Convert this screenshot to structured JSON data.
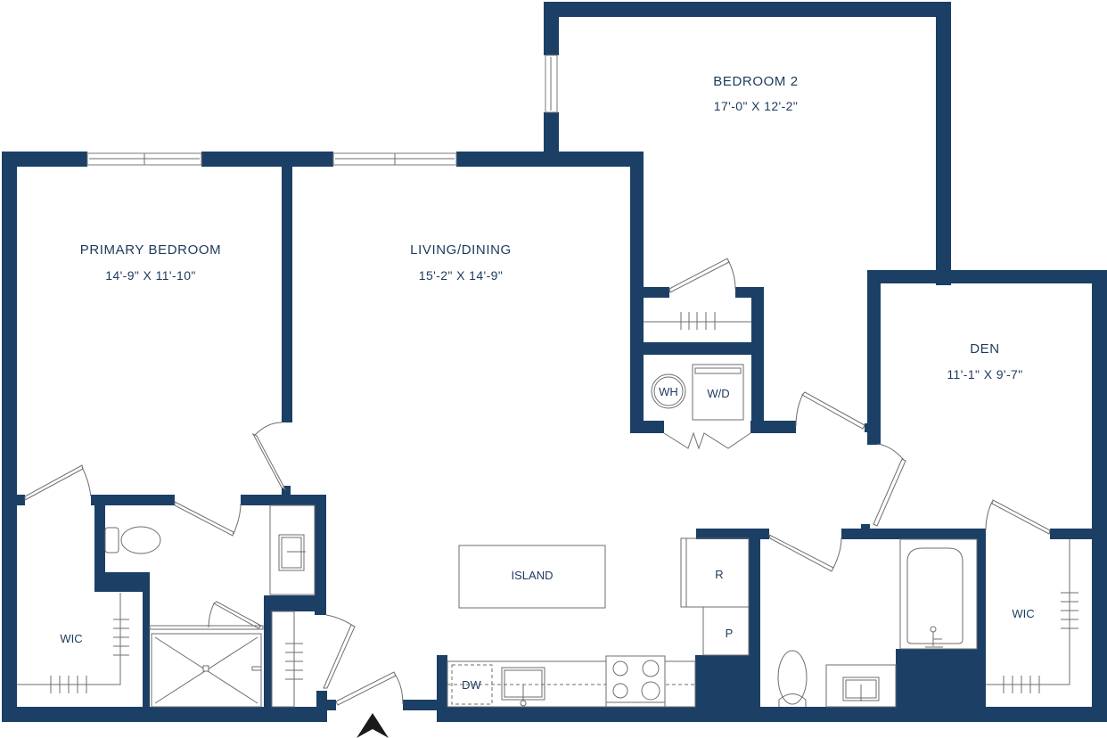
{
  "plan": {
    "wall_color": "#1c3f66",
    "label_color": "#1c3a5c",
    "fixture_line_color": "#6e6e6e",
    "rooms": {
      "primary_bedroom": {
        "name": "PRIMARY BEDROOM",
        "dimensions": "14'-9\" X 11'-10\""
      },
      "living_dining": {
        "name": "LIVING/DINING",
        "dimensions": "15'-2\" X 14'-9\""
      },
      "bedroom_2": {
        "name": "BEDROOM 2",
        "dimensions": "17'-0\" X 12'-2\""
      },
      "den": {
        "name": "DEN",
        "dimensions": "11'-1\" X 9'-7\""
      },
      "primary_wic": {
        "name": "WIC"
      },
      "den_wic": {
        "name": "WIC"
      }
    },
    "fixtures": {
      "island": "ISLAND",
      "refrigerator": "R",
      "pantry": "P",
      "dishwasher": "DW",
      "water_heater": "WH",
      "washer_dryer": "W/D"
    },
    "north_arrow": "north-arrow"
  }
}
